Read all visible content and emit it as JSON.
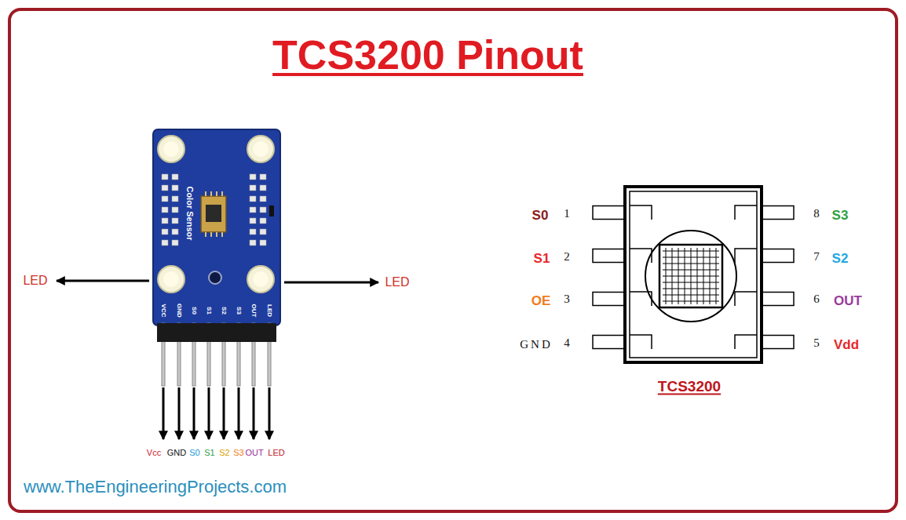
{
  "diagram": {
    "title": "TCS3200 Pinout",
    "labels": [
      "Color Sensor",
      "VCC",
      "GND",
      "S0",
      "S1",
      "S2",
      "S3",
      "OUT",
      "LED",
      "LED",
      "LED",
      "Vcc",
      "GND",
      "S0",
      "S1",
      "S2",
      "S3",
      "OUT",
      "LED",
      "S0",
      "1",
      "8",
      "S3",
      "S1",
      "2",
      "7",
      "S2",
      "OE",
      "3",
      "6",
      "OUT",
      "GND",
      "4",
      "5",
      "Vdd",
      "TCS3200",
      "www.TheEngineeringProjects.com"
    ]
  }
}
